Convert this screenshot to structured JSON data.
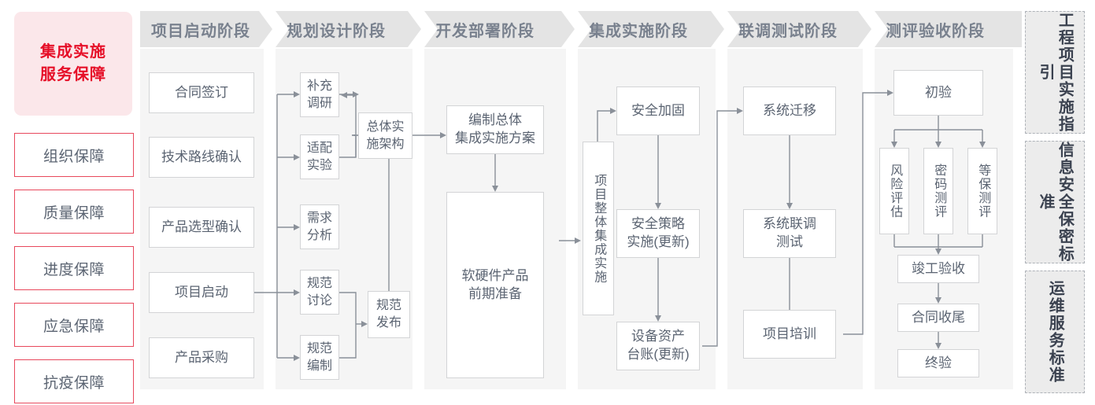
{
  "left_rail": {
    "title": "集成实施\n服务保障",
    "title_color": "#e60f28",
    "title_bg": "#fbe7ea",
    "border_color": "#e8485c",
    "items": [
      {
        "label": "组织保障"
      },
      {
        "label": "质量保障"
      },
      {
        "label": "进度保障"
      },
      {
        "label": "应急保障"
      },
      {
        "label": "抗疫保障"
      }
    ]
  },
  "phases": [
    {
      "id": "p1",
      "label": "项目启动阶段"
    },
    {
      "id": "p2",
      "label": "规划设计阶段"
    },
    {
      "id": "p3",
      "label": "开发部署阶段"
    },
    {
      "id": "p4",
      "label": "集成实施阶段"
    },
    {
      "id": "p5",
      "label": "联调测试阶段"
    },
    {
      "id": "p6",
      "label": "测评验收阶段"
    }
  ],
  "nodes": {
    "n_hetong": "合同签订",
    "n_jishu": "技术路线确认",
    "n_chanpinxuan": "产品选型确认",
    "n_xiangmuqi": "项目启动",
    "n_caigou": "产品采购",
    "n_buchong": "补充\n调研",
    "n_shipei": "适配\n实验",
    "n_xuqiu": "需求\n分析",
    "n_guifantao": "规范\n讨论",
    "n_guifanbian": "规范\n编制",
    "n_zongti": "总体实\n施架构",
    "n_guifanfa": "规范\n发布",
    "n_bianzhi": "编制总体\n集成实施方案",
    "n_ruanying": "软硬件产品\n前期准备",
    "n_zhengti": "项目整体集成实施",
    "n_anquanjia": "安全加固",
    "n_anquance": "安全策略\n实施(更新)",
    "n_shebei": "设备资产\n台账(更新)",
    "n_xitongqian": "系统迁移",
    "n_xitonglian": "系统联调\n测试",
    "n_peixun": "项目培训",
    "n_chuyan": "初验",
    "n_fengxian": "风险评估",
    "n_mima": "密码测评",
    "n_dengbao": "等保测评",
    "n_jungong": "竣工验收",
    "n_hetongshou": "合同收尾",
    "n_zhongyan": "终验"
  },
  "right_rail": [
    {
      "id": "r1",
      "label": "工程项目实施指引"
    },
    {
      "id": "r2",
      "label": "信息安全保密标准"
    },
    {
      "id": "r3",
      "label": "运维服务标准"
    }
  ],
  "colors": {
    "accent_red": "#e60f28",
    "header_grey": "#e4e4e4",
    "panel_grey": "#f5f5f5",
    "node_border": "#d3d4d6",
    "text_grey": "#5b6472",
    "wire": "#8a9099"
  }
}
